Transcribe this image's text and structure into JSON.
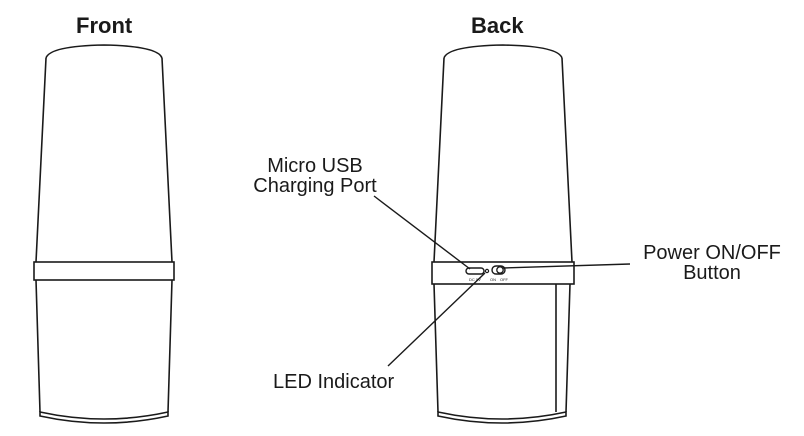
{
  "views": {
    "front_title": "Front",
    "back_title": "Back"
  },
  "callouts": {
    "usb_line1": "Micro USB",
    "usb_line2": "Charging Port",
    "power_line1": "Power ON/OFF",
    "power_line2": "Button",
    "led": "LED Indicator"
  },
  "port_labels": {
    "dc": "DC 5V",
    "on": "ON",
    "off": "OFF"
  },
  "colors": {
    "stroke": "#1a1a1a",
    "background": "#ffffff"
  }
}
